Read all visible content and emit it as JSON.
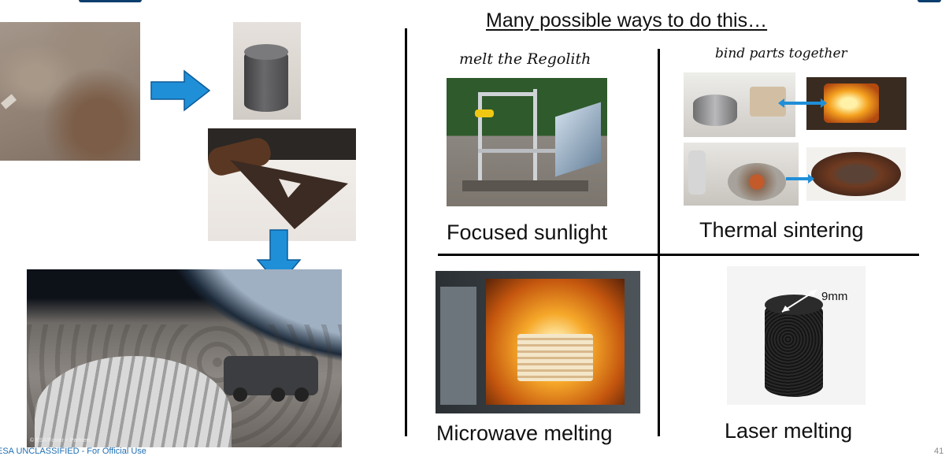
{
  "slide": {
    "heading": "Many possible ways to do this…",
    "footer": "ESA UNCLASSIFIED - For Official Use",
    "page_number": "41"
  },
  "left_panel": {
    "render_credit": "© ESA/Foster + Partners"
  },
  "methods": {
    "focused_sunlight": {
      "note": "melt the Regolith",
      "caption": "Focused sunlight"
    },
    "thermal_sintering": {
      "note": "bind parts together",
      "caption": "Thermal sintering"
    },
    "microwave_melting": {
      "caption": "Microwave melting"
    },
    "laser_melting": {
      "caption": "Laser melting",
      "dimension": "9mm"
    }
  },
  "colors": {
    "arrow_blue": "#1f8fd8",
    "heat_orange": "#f08a1c",
    "regolith_dark": "#3a2a22"
  }
}
